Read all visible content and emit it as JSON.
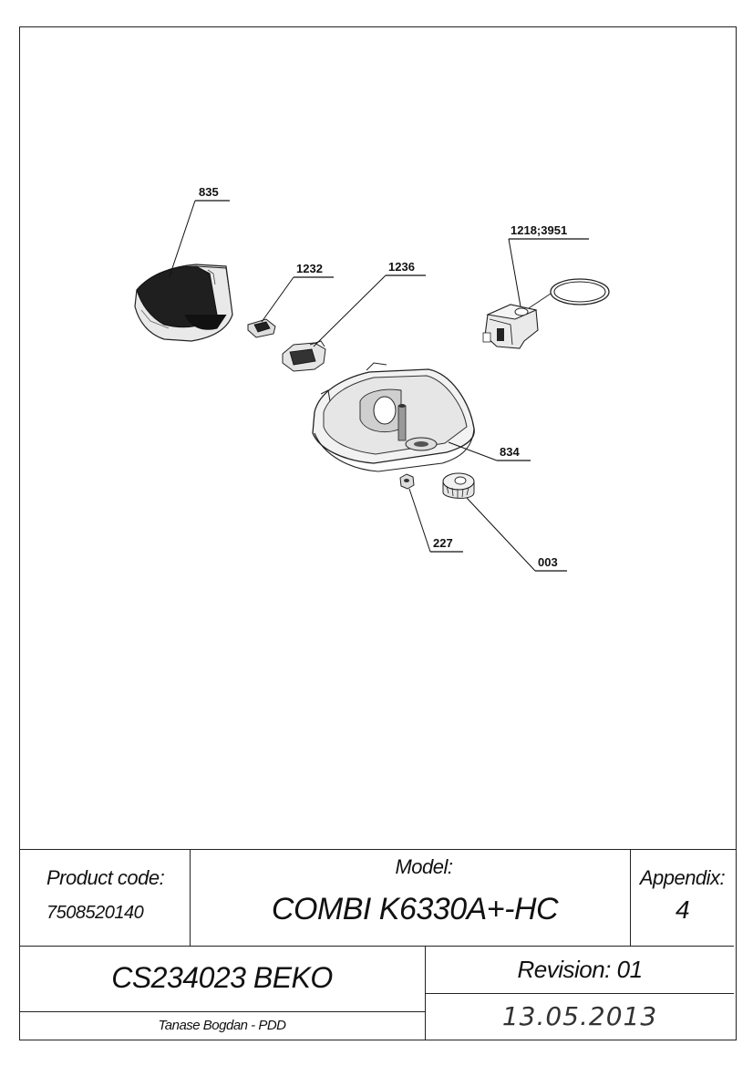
{
  "drawing": {
    "part_labels": {
      "p835": "835",
      "p1232": "1232",
      "p1236": "1236",
      "p1218": "1218;3951",
      "p834": "834",
      "p227": "227",
      "p003": "003"
    }
  },
  "title_block": {
    "product_code_label": "Product code:",
    "product_code_value": "7508520140",
    "model_label": "Model:",
    "model_value": "COMBI K6330A+-HC",
    "appendix_label": "Appendix:",
    "appendix_value": "4",
    "document_id": "CS234023 BEKO",
    "revision": "Revision: 01",
    "author": "Tanase Bogdan - PDD",
    "date": "13.05.2013"
  }
}
